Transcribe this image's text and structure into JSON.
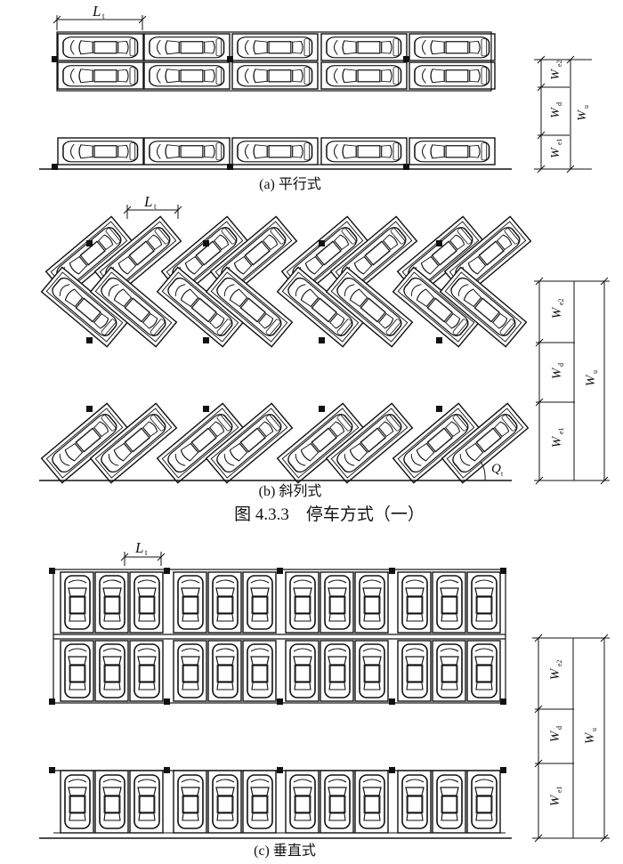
{
  "figure_title": "图 4.3.3　停车方式（一）",
  "panels": [
    {
      "id": "a",
      "caption": "(a) 平行式",
      "bay_label": "L",
      "bay_sub": "t",
      "dims": {
        "we2": {
          "main": "W",
          "sub": "e2"
        },
        "wd": {
          "main": "W",
          "sub": "d"
        },
        "we1": {
          "main": "W",
          "sub": "e1"
        },
        "wu": {
          "main": "W",
          "sub": "u"
        }
      }
    },
    {
      "id": "b",
      "caption": "(b) 斜列式",
      "bay_label": "L",
      "bay_sub": "t",
      "angle_label": "Q",
      "angle_sub": "t",
      "dims": {
        "we2": {
          "main": "W",
          "sub": "e2"
        },
        "wd": {
          "main": "W",
          "sub": "d"
        },
        "we1": {
          "main": "W",
          "sub": "e1"
        },
        "wu": {
          "main": "W",
          "sub": "u"
        }
      }
    },
    {
      "id": "c",
      "caption": "(c) 垂直式",
      "bay_label": "L",
      "bay_sub": "t",
      "dims": {
        "we2": {
          "main": "W",
          "sub": "e2"
        },
        "wd": {
          "main": "W",
          "sub": "d"
        },
        "we1": {
          "main": "W",
          "sub": "e1"
        },
        "wu": {
          "main": "W",
          "sub": "u"
        }
      }
    }
  ]
}
